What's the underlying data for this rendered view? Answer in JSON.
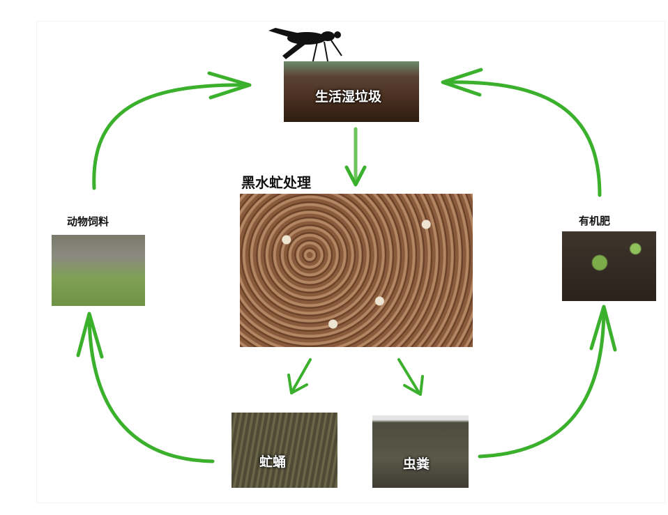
{
  "nodes": {
    "waste": {
      "label": "生活湿垃圾"
    },
    "process": {
      "label": "黑水虻处理"
    },
    "feed": {
      "label": "动物饲料"
    },
    "fertilizer": {
      "label": "有机肥"
    },
    "pupae": {
      "label": "虻蛹"
    },
    "frass": {
      "label": "虫粪"
    }
  },
  "colors": {
    "arrow": "#3bb02c"
  }
}
